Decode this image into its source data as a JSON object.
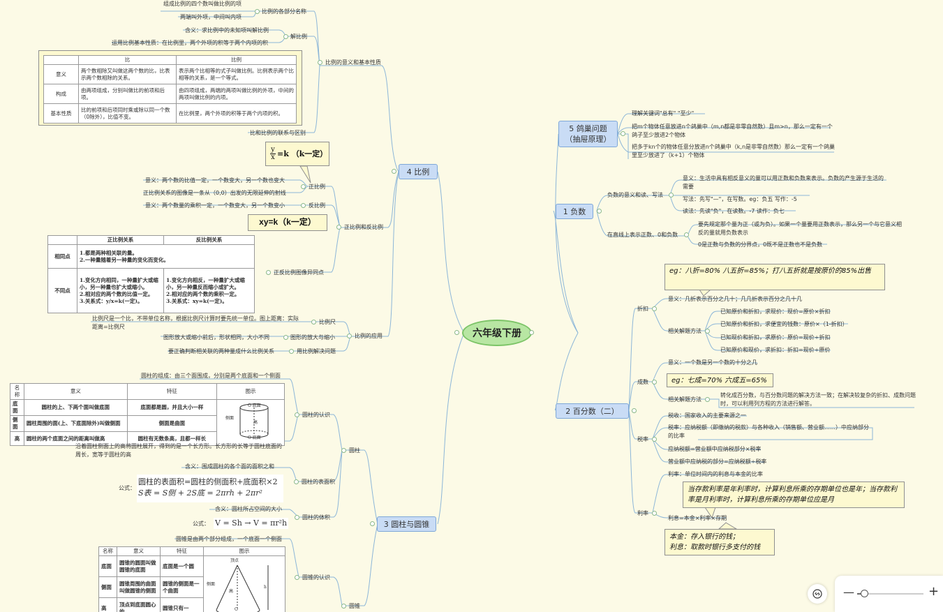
{
  "root": {
    "label": "六年级下册"
  },
  "branch4": {
    "label": "4 比例",
    "meaning_basic": "比例的意义和基本性质",
    "name_parts": "比例的各部分名称",
    "name_item1": "组成比例的四个数叫做比例的项",
    "name_item2": "两端叫外项，中间叫内项",
    "solve": "解比例",
    "solve_item1": "含义：求比例中的未知项叫解比例",
    "solve_item2": "运用比例基本性质：在比例里，两个外项的积等于两个内项的积",
    "relation": "比和比例的联系与区别",
    "relation_table": {
      "headers": [
        "",
        "比",
        "比例"
      ],
      "rows": [
        [
          "意义",
          "两个数相除又叫做这两个数的比，比表示两个数相除的关系。",
          "表示两个比相等的式子叫做比例。比例表示两个比相等的关系，是一个等式。"
        ],
        [
          "构成",
          "由两项组成，分别叫做比的前项和后项。",
          "由四项组成，两端的两项叫做比例的外项，中间的两项叫做比例的内项。"
        ],
        [
          "基本性质",
          "比的前项和后项同时乘或除以同一个数（0除外），比值不变。",
          "在比例里，两个外项的积等于两个内项的积。"
        ]
      ]
    },
    "direct_formula": "y/x=k（k一定）",
    "direct_formula_num": "y",
    "direct_formula_den": "x",
    "direct_formula_rest": "=k （k一定）",
    "direct": "正比例",
    "direct_item1": "意义：两个数的比值一定，一个数变大，另一个数也变大",
    "direct_item2": "正比例关系的图像是一条从（0,0）出发的无限延伸的射线",
    "inverse": "反比例",
    "inverse_item1": "意义：两个数量的乘积一定，一个数变大，另一个数变小",
    "inverse_formula": "xy=k（k一定）",
    "direct_inverse": "正比例和反比例",
    "compare": "正反比例图像异同点",
    "compare_table": {
      "headers": [
        "",
        "正比例关系",
        "反比例关系"
      ],
      "same_label": "相同点",
      "same_items": [
        "1.都是两种相关联的量。",
        "2.一种量随着另一种量的变化而变化。"
      ],
      "diff_label": "不同点",
      "diff_direct": [
        "1.变化方向相同，一种量扩大或缩小，另一种量也扩大或缩小。",
        "2.相对应的两个数的比值一定。",
        "3.关系式：y/x=k(一定)。"
      ],
      "diff_inverse": [
        "1.变化方向相反，一种量扩大或缩小，另一种量反而缩小或扩大。",
        "2.相对应的两个数的乘积一定。",
        "3.关系式：xy=k(一定)。"
      ]
    },
    "application": "比例的应用",
    "scale": "比例尺",
    "scale_item": "比例尺是一个比，不带单位名称，根据比例尺计算时要先统一单位。图上距离：实际距离=比例尺",
    "enlarge": "图形的放大与缩小",
    "enlarge_item": "图形放大或缩小前后，形状相同，大小不同",
    "solve_problem": "用比例解决问题",
    "solve_problem_item": "要正确判断相关联的两种量成什么比例关系"
  },
  "branch3": {
    "label": "3 圆柱与圆锥",
    "cylinder": "圆柱",
    "cyl_know": "圆柱的认识",
    "cyl_know_item1": "圆柱的组成：由三个面围成，分别是两个底面和一个侧面",
    "cyl_table": {
      "headers": [
        "名称",
        "意义",
        "特征",
        "图示"
      ],
      "rows": [
        [
          "底面",
          "圆柱的上、下两个面叫做底面",
          "底面都是圆，并且大小一样"
        ],
        [
          "侧面",
          "圆柱周围的面(上、下底面除外)叫做侧面",
          "侧面是曲面"
        ],
        [
          "高",
          "圆柱的两个底面之间的距离叫做高",
          "圆柱有无数条高，且都一样长"
        ]
      ],
      "diagram_labels": {
        "top": "O 底面",
        "side": "侧面",
        "height": "高",
        "bottom": "O 底面"
      }
    },
    "cyl_know_item2": "沿着圆柱侧面上的高将圆柱展开，得到的是一个长方形。长方形的长等于圆柱底面的周长，宽等于圆柱的高",
    "cyl_area": "圆柱的表面积",
    "cyl_area_item1": "含义：围成圆柱的各个面的面积之和",
    "cyl_area_formula_label": "公式：",
    "cyl_area_formula1": "圆柱的表面积=圆柱的侧面积+底面积×2",
    "cyl_area_formula2": "S表 = S侧 + 2S底 = 2πrh + 2πr²",
    "cyl_volume": "圆柱的体积",
    "cyl_volume_item1": "含义：圆柱所占空间的大小",
    "cyl_volume_formula_label": "公式：",
    "cyl_volume_formula": "V = Sh → V = πr²h",
    "cone": "圆锥",
    "cone_know": "圆锥的认识",
    "cone_know_item1": "圆锥是由两个部分组成，一个底面一个侧面",
    "cone_table": {
      "headers": [
        "名称",
        "意义",
        "特征",
        "图示"
      ],
      "rows": [
        [
          "底面",
          "圆锥的圆面叫做圆锥的底面",
          "底面是一个圆"
        ],
        [
          "侧面",
          "圆锥周围的曲面叫做圆锥的侧面",
          "圆锥的侧面是一个曲面"
        ],
        [
          "高",
          "顶点到底面圆心的",
          "圆锥只有一"
        ]
      ],
      "diagram_labels": {
        "apex": "顶点",
        "side": "侧面",
        "height": "高",
        "h": "h",
        "o": "O"
      }
    }
  },
  "branch5": {
    "label": "5 鸽巢问题（抽屉原理）",
    "label_line1": "5 鸽巢问题",
    "label_line2": "（抽屉原理）",
    "item1": "理解关键词\"总有\" \"至少\"",
    "item2": "把m个物体任意放进n个鸽巢中（m,n都是非零自然数）且m>n，那么一定有一个鸽子至少放进2个物体",
    "item3": "把多于kn个的物体任意分放进n个鸽巢中（k,n是非零自然数）那么一定有一个鸽巢里至少放进了（k+1）个物体"
  },
  "branch1": {
    "label": "1 负数",
    "meaning": "负数的意义和读、写法",
    "meaning_item1": "意义：生活中具有相反意义的量可以用正数和负数来表示。负数的产生源于生活的需要",
    "meaning_item2": "写法：先写\"—\"，在写数。eg：负五 写作：-5",
    "meaning_item3": "读法：先读\"负\"，在读数。-7 读作：负七",
    "line": "在直线上表示正数、0和负数",
    "line_item1": "要先规定那个量为正（或为负）。如果一个量要用正数表示，那么另一个与它意义相反的量就用负数表示",
    "line_item2": "0是正数与负数的分界点，0既不是正数也不是负数"
  },
  "branch2": {
    "label": "2 百分数（二）",
    "discount_callout": "eg：八折=80% 八五折=85%；打八五折就是按原价的85%出售",
    "discount": "折扣",
    "discount_item1": "意义：几折表示百分之几十；几几折表示百分之几十几",
    "discount_methods": "相关解题方法",
    "discount_m1": "已知原价和折扣，求现价：现价=原价×折扣",
    "discount_m2": "已知原价和折扣，求便宜的钱数：原价×（1-折扣）",
    "discount_m3": "已知现价和折扣，求原价：原价=现价÷折扣",
    "discount_m4": "已知原价和现价，求折扣：折扣=现价÷原价",
    "cheng": "成数",
    "cheng_item1": "意义：一个数是另一个数的十分之几",
    "cheng_callout": "eg：七成=70% 六成五=65%",
    "cheng_methods": "相关解题方法",
    "cheng_m1": "转化成百分数，与百分数问题的解决方法一致；在解决较复杂的折扣、成数问题时，可以利用列方程的方法进行解答。",
    "tax": "税率",
    "tax_item1": "税收：国家收入的主要来源之一",
    "tax_item2": "税率：应纳税额（即缴纳的税款）与各种收入（销售额、营业额……）中应纳部分的比率",
    "tax_item3": "应纳税额=营业额中应纳税部分×税率",
    "tax_item4": "营业额中应纳税的部分=应纳税额÷税率",
    "interest": "利率",
    "interest_item1": "利率：单位时间内的利息与本金的比率",
    "interest_callout": "当存款利率是年利率时，计算利息所乘的存期单位也是年；当存款利率是月利率时，计算利息所乘的存期单位应是月",
    "interest_item2": "利息=本金×利率×存期",
    "interest_callout2_line1": "本金：存入银行的钱；",
    "interest_callout2_line2": "利息：取款时银行多支付的钱"
  },
  "toolbar": {
    "share_icon": "link-icon",
    "zoom_out": "—",
    "zoom_in": "+",
    "zoom_level": 0.1
  },
  "colors": {
    "link": "#8cb6d8",
    "main_fill": "#c9dcf5",
    "root_fill": "#b8e6a3",
    "callout_fill": "#fdf9d0"
  }
}
